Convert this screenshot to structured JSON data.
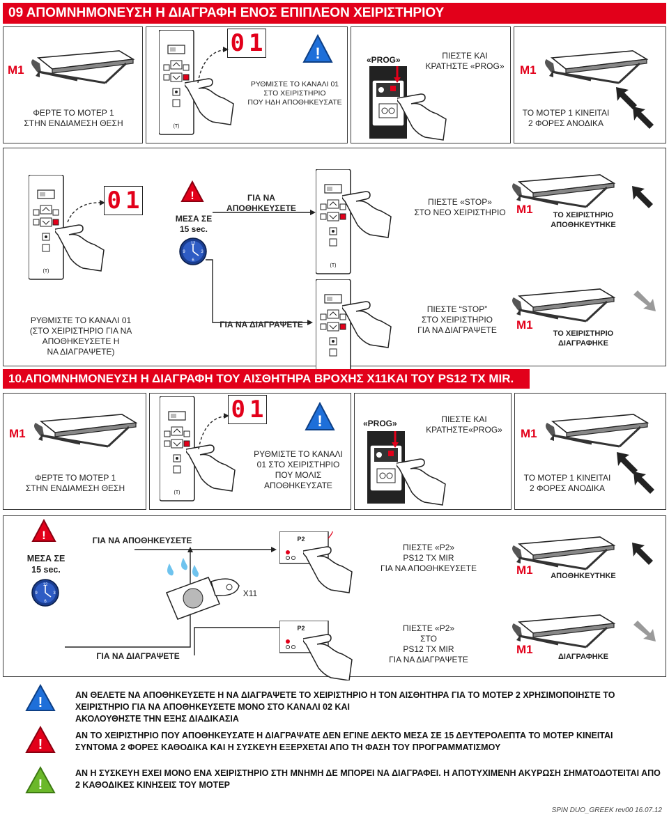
{
  "section9": {
    "title": "09 ΑΠΟΜΝΗΜΟΝΕΥΣΗ Η ΔΙΑΓΡΑΦΗ ΕΝΟΣ ΕΠΙΠΛΕΟΝ ΧΕΙΡΙΣΤΗΡΙΟΥ",
    "row1": {
      "m1": "M1",
      "bring_motor": "ΦΕΡΤΕ ΤΟ ΜΟΤΕΡ 1\nΣΤΗΝ ΕΝΔΙΑΜΕΣΗ ΘΕΣΗ",
      "digits": [
        "0",
        "1"
      ],
      "set_channel": "ΡΥΘΜΙΣΤΕ ΤΟ ΚΑΝΑΛΙ 01\nΣΤΟ ΧΕΙΡΙΣΤΗΡΙΟ\nΠΟΥ ΗΔΗ ΑΠΟΘΗΚΕΥΣΑΤΕ",
      "prog_label": "«PROG»",
      "press_hold": "ΠΙΕΣΤΕ ΚΑΙ\nΚΡΑΤΗΣΤΕ «PROG»",
      "m1b": "M1",
      "motor_moves": "ΤΟ ΜΟΤΕΡ 1 ΚΙΝΕΙΤΑΙ\n2 ΦΟΡΕΣ ΑΝΟΔΙΚΑ"
    },
    "row2": {
      "digits": [
        "0",
        "1"
      ],
      "within": "ΜΕΣΑ ΣΕ\n15 sec.",
      "to_store": "ΓΙΑ ΝΑ ΑΠΟΘΗΚΕΥΣΕΤΕ",
      "press_stop_new": "ΠΙΕΣΤΕ  «STOP»\nΣΤΟ ΝΕΟ ΧΕΙΡΙΣΤΗΡΙΟ",
      "m1": "M1",
      "stored": "ΤΟ ΧΕΙΡΙΣΤΗΡΙΟ\nΑΠΟΘΗΚΕΥΤΗΚΕ",
      "set_channel": "ΡΥΘΜΙΣΤΕ ΤΟ ΚΑΝΑΛΙ 01\n(ΣΤΟ ΧΕΙΡΙΣΤΗΡΙΟ ΓΙΑ ΝΑ\nΑΠΟΘΗΚΕΥΣΕΤΕ Η\nΝΑ ΔΙΑΓΡΑΨΕΤΕ)",
      "to_delete": "ΓΙΑ ΝΑ ΔΙΑΓΡΑΨΕΤΕ",
      "press_stop_delete": "ΠΙΕΣΤΕ “STOP”\nΣΤΟ ΧΕΙΡΙΣΤΗΡΙΟ\nΓΙΑ ΝΑ ΔΙΑΓΡΑΨΕΤΕ",
      "m1b": "M1",
      "deleted": "ΤΟ ΧΕΙΡΙΣΤΗΡΙΟ\nΔΙΑΓΡΑΦΗΚΕ"
    }
  },
  "section10": {
    "title": "10.ΑΠΟΜΝΗΜΟΝΕΥΣΗ Η ΔΙΑΓΡΑΦΗ ΤΟΥ ΑΙΣΘΗΤΗΡΑ ΒΡΟΧΗΣ  X11ΚΑΙ ΤΟΥ  PS12 TX MIR.",
    "row1": {
      "m1": "M1",
      "bring_motor": "ΦΕΡΤΕ ΤΟ ΜΟΤΕΡ 1\nΣΤΗΝ ΕΝΔΙΑΜΕΣΗ ΘΕΣΗ",
      "digits": [
        "0",
        "1"
      ],
      "set_channel": "ΡΥΘΜΙΣΤΕ ΤΟ ΚΑΝΑΛΙ\n01 ΣΤΟ ΧΕΙΡΙΣΤΗΡΙΟ\nΠΟΥ ΜΟΛΙΣ\nΑΠΟΘΗΚΕΥΣΑΤΕ",
      "prog_label": "«PROG»",
      "press_hold": "ΠΙΕΣΤΕ ΚΑΙ\nΚΡΑΤΗΣΤΕ«PROG»",
      "m1b": "M1",
      "motor_moves": "ΤΟ ΜΟΤΕΡ 1 ΚΙΝΕΙΤΑΙ\n2 ΦΟΡΕΣ ΑΝΟΔΙΚΑ"
    },
    "row2": {
      "within": "ΜΕΣΑ ΣΕ\n15 sec.",
      "to_store": "ΓΙΑ ΝΑ ΑΠΟΘΗΚΕΥΣΕΤΕ",
      "p2": "P2",
      "press_p2_store": "ΠΙΕΣΤΕ  «P2»\nPS12 TX MIR\nΓΙΑ ΝΑ ΑΠΟΘΗΚΕΥΣΕΤΕ",
      "m1": "M1",
      "stored": "ΑΠΟΘΗΚΕΥΤΗΚΕ",
      "x11": "X11",
      "to_delete": "ΓΙΑ ΝΑ ΔΙΑΓΡΑΨΕΤΕ",
      "p2b": "P2",
      "press_p2_delete": "ΠΙΕΣΤΕ  «P2»\nΣΤΟ\nPS12 TX MIR\nΓΙΑ ΝΑ ΔΙΑΓΡΑΨΕΤΕ",
      "m1b": "M1",
      "deleted": "ΔΙΑΓΡΑΦΗΚΕ"
    }
  },
  "notes": [
    "ΑΝ ΘΕΛΕΤΕ ΝΑ ΑΠΟΘΗΚΕΥΣΕΤΕ Η ΝΑ ΔΙΑΓΡΑΨΕΤΕ  ΤΟ ΧΕΙΡΙΣΤΗΡΙΟ Η ΤΟΝ ΑΙΣΘΗΤΗΡΑ ΓΙΑ ΤΟ ΜΟΤΕΡ 2 ΧΡΗΣΙΜΟΠΟΙΗΣΤΕ ΤΟ ΧΕΙΡΙΣΤΗΡΙΟ ΓΙΑ ΝΑ ΑΠΟΘΗΚΕΥΣΕΤΕ ΜΟΝΟ ΣΤΟ ΚΑΝΑΛΙ 02 ΚΑΙ\nΑΚΟΛΟΥΘΗΣΤΕ ΤΗΝ ΕΞΗΣ ΔΙΑΔΙΚΑΣΙΑ",
    "ΑΝ ΤΟ ΧΕΙΡΙΣΤΗΡΙΟ ΠΟΥ ΑΠΟΘΗΚΕΥΣΑΤΕ Η ΔΙΑΓΡΑΨΑΤΕ ΔΕΝ ΕΓΙΝΕ ΔΕΚΤΟ ΜΕΣΑ ΣΕ 15 ΔΕΥΤΕΡΟΛΕΠΤΑ ΤΟ ΜΟΤΕΡ ΚΙΝΕΙΤΑΙ ΣΥΝΤΟΜΑ 2 ΦΟΡΕΣ ΚΑΘΟΔΙΚΑ ΚΑΙ Η ΣΥΣΚΕΥΗ ΕΞΕΡΧΕΤΑΙ ΑΠΟ ΤΗ ΦΑΣΗ ΤΟΥ ΠΡΟΓΡΑΜΜΑΤΙΣΜΟΥ",
    "ΑΝ Η ΣΥΣΚΕΥΗ ΕΧΕΙ ΜΟΝΟ ΕΝΑ ΧΕΙΡΙΣΤΗΡΙΟ ΣΤΗ ΜΝΗΜΗ ΔΕ ΜΠΟΡΕΙ ΝΑ ΔΙΑΓΡΑΦΕΙ. Η ΑΠΟΤΥΧΙΜΕΝΗ ΑΚΥΡΩΣΗ ΣΗΜΑΤΟΔΟΤΕΙΤΑΙ ΑΠΟ 2 ΚΑΘΟΔΙΚΕΣ ΚΙΝΗΣΕΙΣ ΤΟΥ ΜΟΤΕΡ"
  ],
  "footer": "SPIN DUO_GREEK rev00 16.07.12",
  "icons": {
    "warning_colors": [
      "#1e6fd9",
      "#e2001a",
      "#6bb82a"
    ],
    "accent": "#e2001a"
  }
}
